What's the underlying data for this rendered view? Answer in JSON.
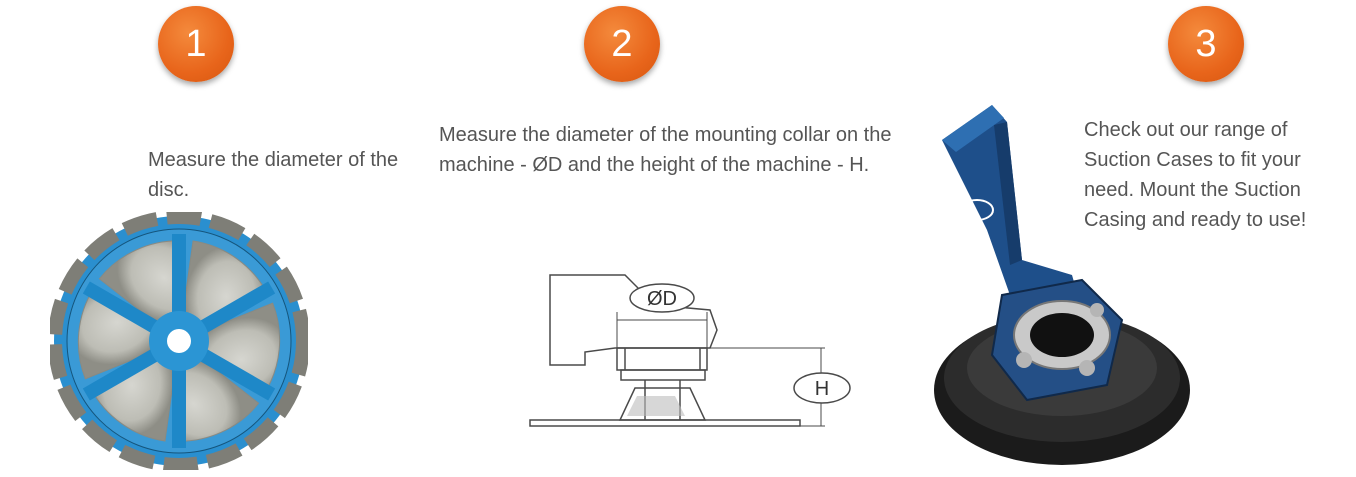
{
  "steps": [
    {
      "number": "1",
      "text": "Measure the diameter of the disc."
    },
    {
      "number": "2",
      "text": "Measure the diameter of the mounting collar on the machine - ØD and the height of the machine - H."
    },
    {
      "number": "3",
      "text": "Check out our range of Suction Cases to fit your need. Mount the Suction Casing and ready to use!"
    }
  ],
  "diagram": {
    "diameter_label": "ØD",
    "height_label": "H"
  },
  "colors": {
    "badge": "#e8651b",
    "disc_blue": "#1e88c8",
    "text": "#555555"
  }
}
